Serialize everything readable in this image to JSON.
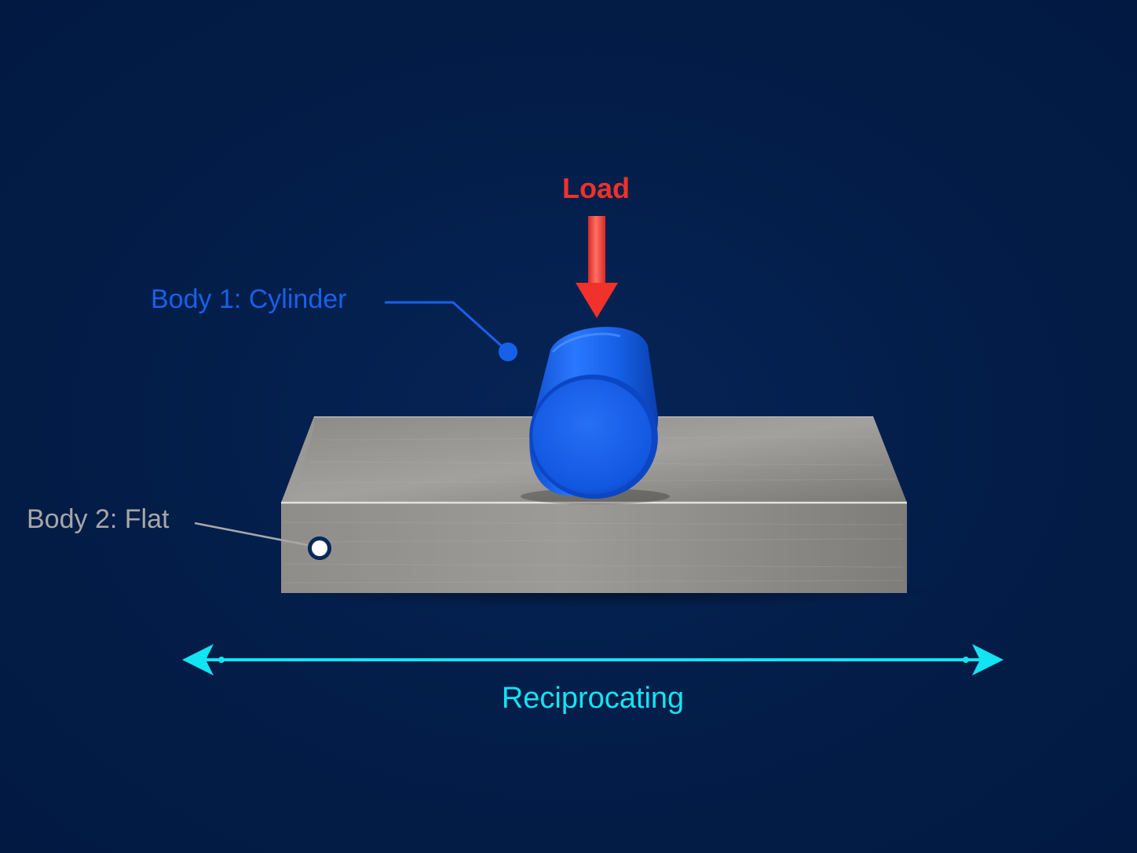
{
  "labels": {
    "load": "Load",
    "body1": "Body 1: Cylinder",
    "body2": "Body 2: Flat",
    "motion": "Reciprocating"
  },
  "colors": {
    "background": "#031d48",
    "load": "#f0322a",
    "body1": "#1760ea",
    "body2": "#a7a7a7",
    "motion": "#12e4f2"
  },
  "icons": {
    "load_arrow": "down-arrow-icon",
    "motion_arrow": "double-headed-arrow-icon"
  }
}
